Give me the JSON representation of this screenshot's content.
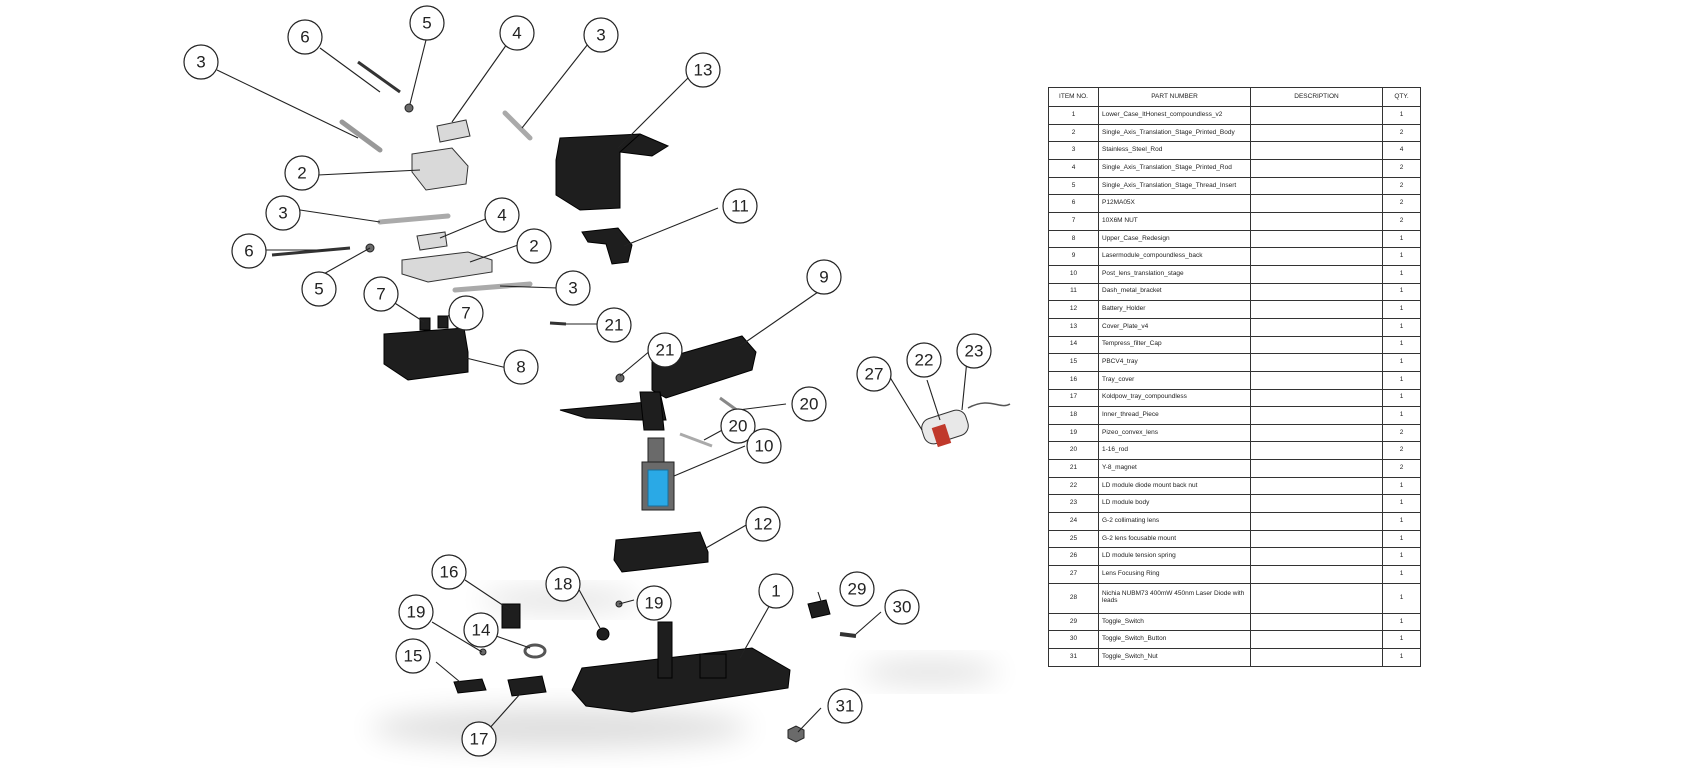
{
  "balloons": [
    {
      "id": "b-3-topleft",
      "num": "3"
    },
    {
      "id": "b-6-top",
      "num": "6"
    },
    {
      "id": "b-5-top",
      "num": "5"
    },
    {
      "id": "b-4-top",
      "num": "4"
    },
    {
      "id": "b-3-topright",
      "num": "3"
    },
    {
      "id": "b-13",
      "num": "13"
    },
    {
      "id": "b-2-upper",
      "num": "2"
    },
    {
      "id": "b-3-mid",
      "num": "3"
    },
    {
      "id": "b-4-mid",
      "num": "4"
    },
    {
      "id": "b-11",
      "num": "11"
    },
    {
      "id": "b-6-mid",
      "num": "6"
    },
    {
      "id": "b-2-lower",
      "num": "2"
    },
    {
      "id": "b-5-mid",
      "num": "5"
    },
    {
      "id": "b-3-lower",
      "num": "3"
    },
    {
      "id": "b-9",
      "num": "9"
    },
    {
      "id": "b-7-left",
      "num": "7"
    },
    {
      "id": "b-7-right",
      "num": "7"
    },
    {
      "id": "b-21-upper",
      "num": "21"
    },
    {
      "id": "b-21-lower",
      "num": "21"
    },
    {
      "id": "b-8",
      "num": "8"
    },
    {
      "id": "b-27",
      "num": "27"
    },
    {
      "id": "b-22",
      "num": "22"
    },
    {
      "id": "b-23",
      "num": "23"
    },
    {
      "id": "b-20-right",
      "num": "20"
    },
    {
      "id": "b-20-left",
      "num": "20"
    },
    {
      "id": "b-10",
      "num": "10"
    },
    {
      "id": "b-12",
      "num": "12"
    },
    {
      "id": "b-16",
      "num": "16"
    },
    {
      "id": "b-18",
      "num": "18"
    },
    {
      "id": "b-1",
      "num": "1"
    },
    {
      "id": "b-29",
      "num": "29"
    },
    {
      "id": "b-19-right",
      "num": "19"
    },
    {
      "id": "b-30",
      "num": "30"
    },
    {
      "id": "b-19-left",
      "num": "19"
    },
    {
      "id": "b-14",
      "num": "14"
    },
    {
      "id": "b-15",
      "num": "15"
    },
    {
      "id": "b-31",
      "num": "31"
    },
    {
      "id": "b-17",
      "num": "17"
    }
  ],
  "bom": {
    "headers": {
      "item": "ITEM NO.",
      "part": "PART NUMBER",
      "desc": "DESCRIPTION",
      "qty": "QTY."
    },
    "rows": [
      {
        "no": "1",
        "part": "Lower_Case_ItHonest_compoundless_v2",
        "desc": "",
        "qty": "1"
      },
      {
        "no": "2",
        "part": "Single_Axis_Translation_Stage_Printed_Body",
        "desc": "",
        "qty": "2"
      },
      {
        "no": "3",
        "part": "Stainless_Steel_Rod",
        "desc": "",
        "qty": "4"
      },
      {
        "no": "4",
        "part": "Single_Axis_Translation_Stage_Printed_Rod",
        "desc": "",
        "qty": "2"
      },
      {
        "no": "5",
        "part": "Single_Axis_Translation_Stage_Thread_Insert",
        "desc": "",
        "qty": "2"
      },
      {
        "no": "6",
        "part": "P12MA05X",
        "desc": "",
        "qty": "2"
      },
      {
        "no": "7",
        "part": "10X6M NUT",
        "desc": "",
        "qty": "2"
      },
      {
        "no": "8",
        "part": "Upper_Case_Redesign",
        "desc": "",
        "qty": "1"
      },
      {
        "no": "9",
        "part": "Lasermodule_compoundless_back",
        "desc": "",
        "qty": "1"
      },
      {
        "no": "10",
        "part": "Post_lens_translation_stage",
        "desc": "",
        "qty": "1"
      },
      {
        "no": "11",
        "part": "Dash_metal_bracket",
        "desc": "",
        "qty": "1"
      },
      {
        "no": "12",
        "part": "Battery_Holder",
        "desc": "",
        "qty": "1"
      },
      {
        "no": "13",
        "part": "Cover_Plate_v4",
        "desc": "",
        "qty": "1"
      },
      {
        "no": "14",
        "part": "Tempress_filter_Cap",
        "desc": "",
        "qty": "1"
      },
      {
        "no": "15",
        "part": "PBCV4_tray",
        "desc": "",
        "qty": "1"
      },
      {
        "no": "16",
        "part": "Tray_cover",
        "desc": "",
        "qty": "1"
      },
      {
        "no": "17",
        "part": "Koldpow_tray_compoundless",
        "desc": "",
        "qty": "1"
      },
      {
        "no": "18",
        "part": "Inner_thread_Piece",
        "desc": "",
        "qty": "1"
      },
      {
        "no": "19",
        "part": "Pizeo_convex_lens",
        "desc": "",
        "qty": "2"
      },
      {
        "no": "20",
        "part": "1-16_rod",
        "desc": "",
        "qty": "2"
      },
      {
        "no": "21",
        "part": "Y-8_magnet",
        "desc": "",
        "qty": "2"
      },
      {
        "no": "22",
        "part": "LD module diode mount back nut",
        "desc": "",
        "qty": "1"
      },
      {
        "no": "23",
        "part": "LD module body",
        "desc": "",
        "qty": "1"
      },
      {
        "no": "24",
        "part": "G-2 collimating lens",
        "desc": "",
        "qty": "1"
      },
      {
        "no": "25",
        "part": "G-2 lens focusable mount",
        "desc": "",
        "qty": "1"
      },
      {
        "no": "26",
        "part": "LD module tension spring",
        "desc": "",
        "qty": "1"
      },
      {
        "no": "27",
        "part": "Lens Focusing Ring",
        "desc": "",
        "qty": "1"
      },
      {
        "no": "28",
        "part": "Nichia NUBM73 400mW 450nm Laser Diode with leads",
        "desc": "",
        "qty": "1",
        "tall": true
      },
      {
        "no": "29",
        "part": "Toggle_Switch",
        "desc": "",
        "qty": "1"
      },
      {
        "no": "30",
        "part": "Toggle_Switch_Button",
        "desc": "",
        "qty": "1"
      },
      {
        "no": "31",
        "part": "Toggle_Switch_Nut",
        "desc": "",
        "qty": "1"
      }
    ]
  }
}
